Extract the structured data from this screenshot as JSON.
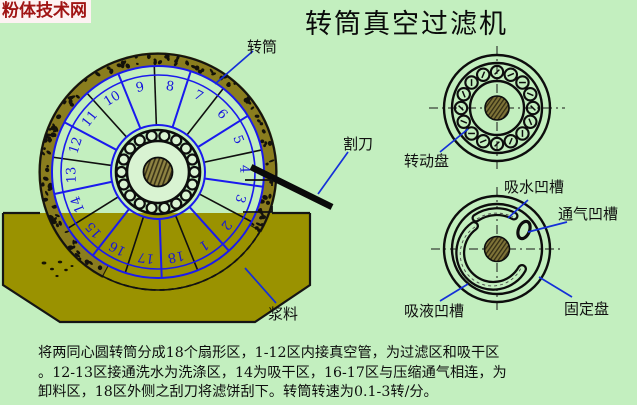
{
  "watermark": {
    "text": "粉体技术网"
  },
  "title": {
    "text": "转筒真空过滤机"
  },
  "labels": {
    "drum": "转筒",
    "blade": "割刀",
    "slurry": "浆料",
    "rotating_disc": "转动盘",
    "water_groove": "吸水凹槽",
    "air_groove": "通气凹槽",
    "liquid_groove": "吸液凹槽",
    "fixed_disc": "固定盘"
  },
  "drum": {
    "sector_count": 18,
    "sector_numbers": [
      "1",
      "2",
      "3",
      "4",
      "5",
      "6",
      "7",
      "8",
      "9",
      "10",
      "11",
      "12",
      "13",
      "14",
      "15",
      "16",
      "17",
      "18"
    ]
  },
  "caption": {
    "line1": "将两同心圆转筒分成18个扇形区，1-12区内接真空管，为过滤区和吸干区",
    "line2": "。12-13区接通洗水为洗涤区，14为吸干区，16-17区与压缩通气相连，为",
    "line3": "卸料区，18区外侧之刮刀将滤饼刮下。转筒转速为0.1-3转/分。"
  },
  "colors": {
    "background": "#c3efbf",
    "slurry": "#9a9200",
    "cake": "#8a7d1e",
    "sector_line": "#1a1aee",
    "outline": "#101010",
    "watermark_text": "#a01414",
    "leader": "#1530d8"
  }
}
